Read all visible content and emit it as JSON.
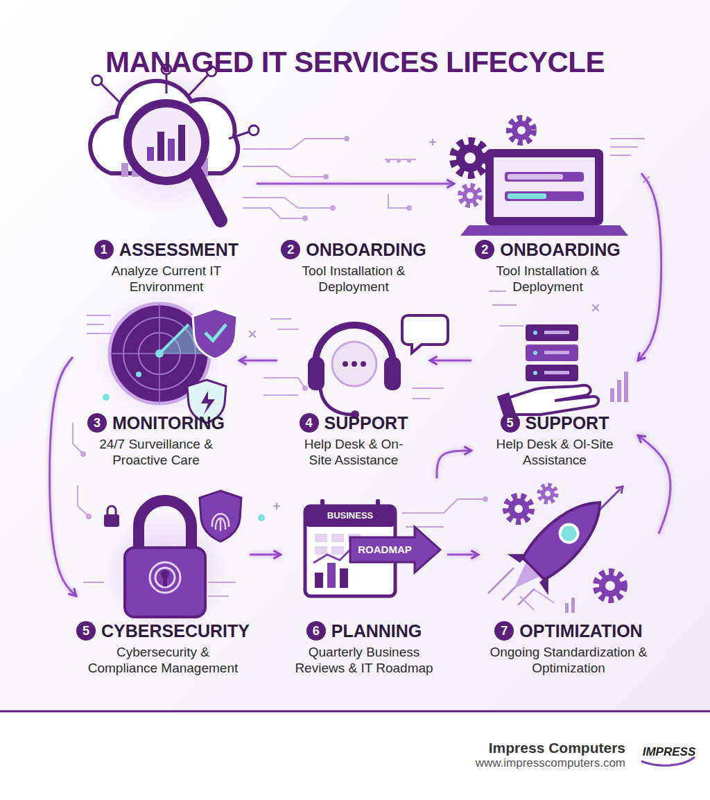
{
  "diagram": {
    "title": "MANAGED IT SERVICES LIFECYCLE",
    "nodes": [
      {
        "text": [
          "1",
          "ASSESSMENT",
          "Analyze Current IT Environment"
        ]
      },
      {
        "text": [
          "2",
          "ONBOARDING",
          "Tool Installation & Deployment"
        ]
      },
      {
        "text": [
          "2",
          "ONBOARDING",
          "Tool Installation & Deployment"
        ]
      },
      {
        "text": [
          "3",
          "MONITORING",
          "24/7 Surveillance & Proactive Care"
        ]
      },
      {
        "text": [
          "4",
          "SUPPORT",
          "Help Desk & On-Site Assistance"
        ]
      },
      {
        "text": [
          "5",
          "SUPPORT",
          "Help Desk & Ol-Site Assistance"
        ]
      },
      {
        "text": [
          "5",
          "CYBERSECURITY",
          "Cybersecurity & Compliance Management"
        ]
      },
      {
        "text": [
          "6",
          "PLANNING",
          "Quarterly Business Reviews & IT Roadmap"
        ]
      },
      {
        "text": [
          "7",
          "OPTIMIZATION",
          "Ongoing Standardization & Optimization"
        ]
      }
    ],
    "edges": [
      {
        "from": 0,
        "to": 2,
        "arrow": "to"
      },
      {
        "from": 2,
        "to": 5,
        "arrow": "to"
      },
      {
        "from": 5,
        "to": 4,
        "arrow": "to"
      },
      {
        "from": 4,
        "to": 3,
        "arrow": "to"
      },
      {
        "from": 3,
        "to": 6,
        "arrow": "to"
      },
      {
        "from": 6,
        "to": 7,
        "arrow": "to"
      },
      {
        "from": 7,
        "to": 8,
        "arrow": "to"
      },
      {
        "from": 8,
        "to": 5,
        "arrow": "to"
      },
      {
        "from": 7,
        "to": 5,
        "arrow": "to"
      }
    ],
    "labels": [
      "BUSINESS",
      "ROADMAP",
      "Impress Computers",
      "www.impresscomputers.com",
      "IMPRESS"
    ]
  }
}
